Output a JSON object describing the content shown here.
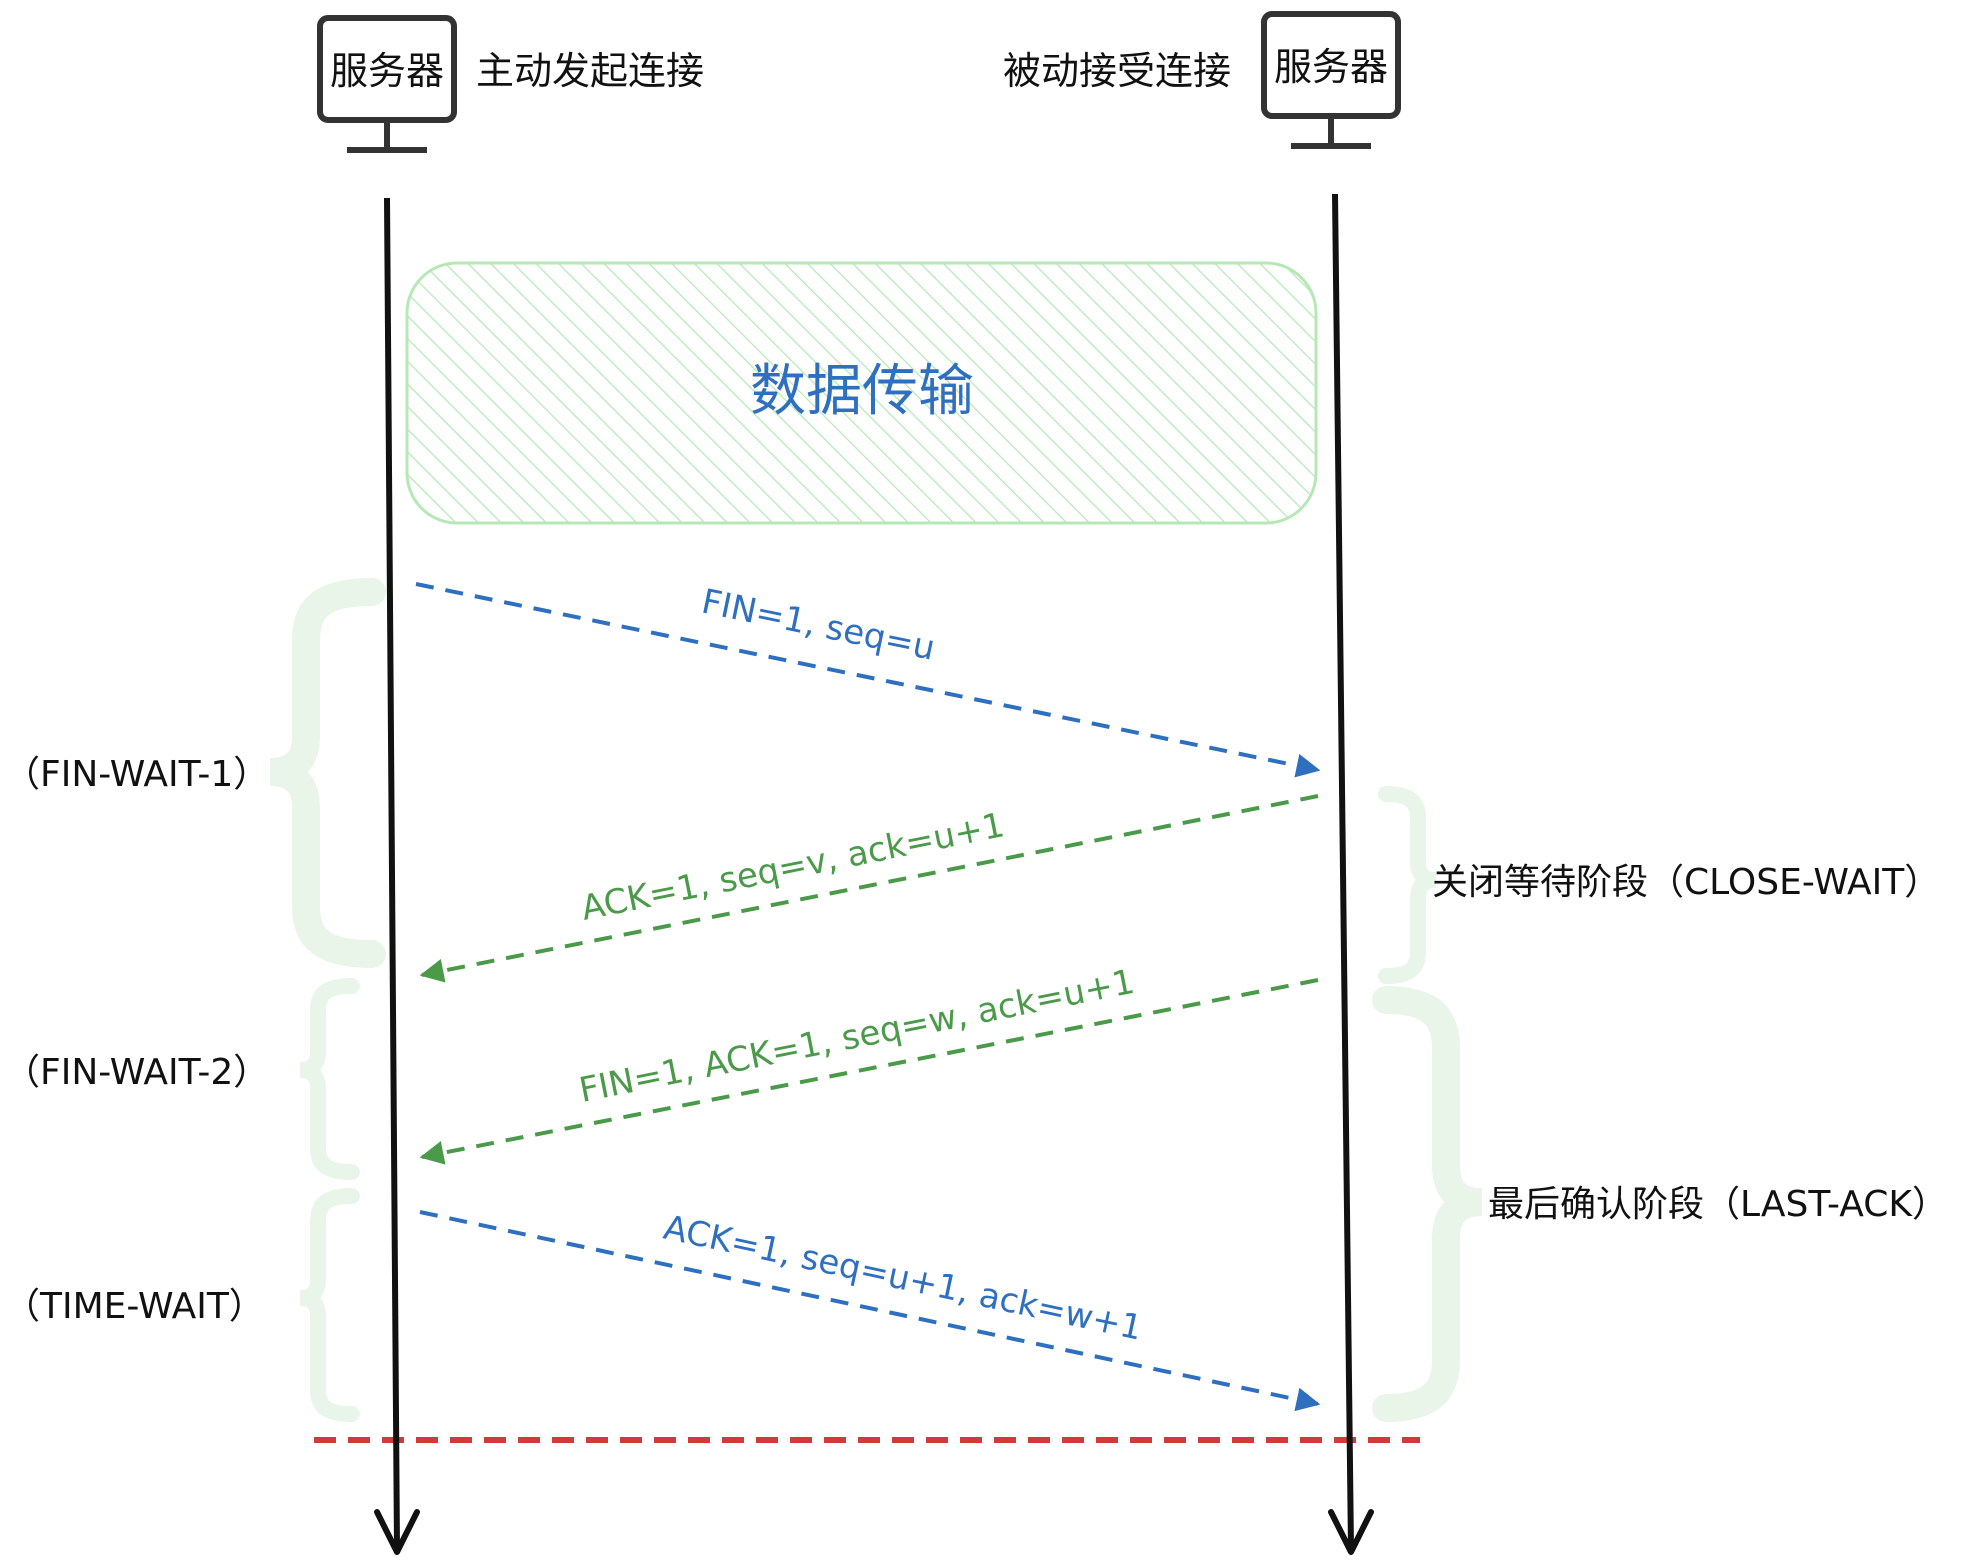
{
  "left_host": {
    "label": "服务器",
    "role": "主动发起连接"
  },
  "right_host": {
    "label": "服务器",
    "role": "被动接受连接"
  },
  "data_block": {
    "label": "数据传输"
  },
  "messages": [
    {
      "label": "FIN=1, seq=u",
      "direction": "right",
      "color": "#2f6fc0"
    },
    {
      "label": "ACK=1, seq=v, ack=u+1",
      "direction": "left",
      "color": "#4a9a4a"
    },
    {
      "label": "FIN=1, ACK=1, seq=w, ack=u+1",
      "direction": "left",
      "color": "#4a9a4a"
    },
    {
      "label": "ACK=1, seq=u+1, ack=w+1",
      "direction": "right",
      "color": "#2f6fc0"
    }
  ],
  "left_states": [
    {
      "label": "（FIN-WAIT-1）"
    },
    {
      "label": "（FIN-WAIT-2）"
    },
    {
      "label": "（TIME-WAIT）"
    }
  ],
  "right_states": [
    {
      "label": "关闭等待阶段（CLOSE-WAIT）"
    },
    {
      "label": "最后确认阶段（LAST-ACK）"
    }
  ],
  "colors": {
    "lifeline": "#111111",
    "blue": "#2f6fc0",
    "green": "#4a9a4a",
    "brace": "#eaf5ea",
    "box_stroke": "#b6e8b6",
    "hatch": "#b6e8b6",
    "end_line": "#d23a3a"
  },
  "icons": [
    "monitor-icon"
  ]
}
